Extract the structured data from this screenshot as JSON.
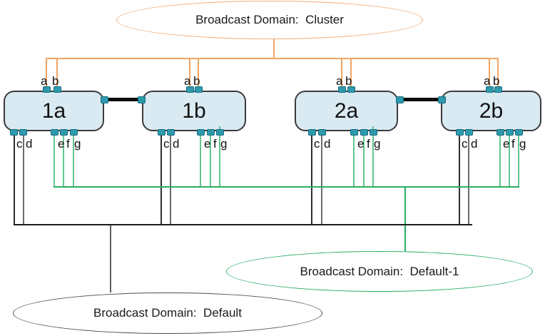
{
  "domains": {
    "cluster": {
      "label": "Broadcast Domain:  Cluster",
      "color": "#F2AD78"
    },
    "default1": {
      "label": "Broadcast Domain:  Default-1",
      "color": "#2BAD66"
    },
    "default": {
      "label": "Broadcast Domain:  Default",
      "color": "#4D4D4D"
    }
  },
  "nodes": [
    {
      "label": "1a"
    },
    {
      "label": "1b"
    },
    {
      "label": "2a"
    },
    {
      "label": "2b"
    }
  ],
  "port_letters": {
    "a": "a",
    "b": "b",
    "c": "c",
    "d": "d",
    "e": "e",
    "f": "f",
    "g": "g"
  },
  "colors": {
    "cluster_lines": "#F2A464",
    "default_bus": "#1C1C1C",
    "default1_bus": "#2BAD66",
    "port_lines_green": "#63C493",
    "node_fill": "#DAEAF2",
    "node_border": "#3B3B3B",
    "port_fill": "#2E9BAD",
    "port_border": "#156B80",
    "ha_link": "#0A0A0A"
  }
}
